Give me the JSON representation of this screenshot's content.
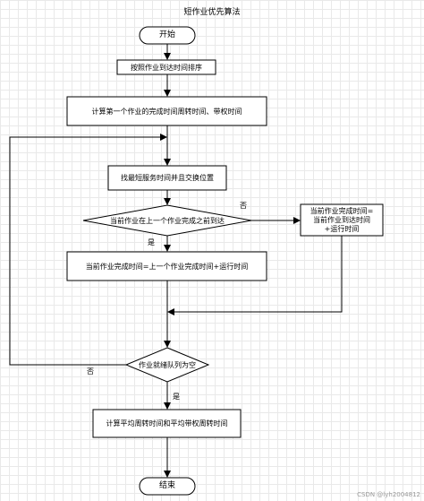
{
  "title": "短作业优先算法",
  "nodes": {
    "start": "开始",
    "sort": "按照作业到达时间排序",
    "compute_first": "计算第一个作业的完成时间周转时间、带权时间",
    "find_shortest": "找最短服务时间并且交换位置",
    "decision_arrival": "当前作业在上一个作业完成之前到达",
    "else_box_line1": "当前作业完成时间=",
    "else_box_line2": "当前作业到达时间",
    "else_box_line3": "+运行时间",
    "yes_box": "当前作业完成时间=上一个作业完成时间+运行时间",
    "decision_empty": "作业就绪队列为空",
    "average": "计算平均周转时间和平均带权周转时间",
    "end": "结束"
  },
  "edge_labels": {
    "no_right": "否",
    "yes_down": "是",
    "no_left": "否",
    "yes_bottom": "是"
  },
  "watermark": "CSDN @lyh2004812",
  "colors": {
    "stroke": "#000000",
    "fill": "#ffffff",
    "grid": "#e9e9e9"
  }
}
